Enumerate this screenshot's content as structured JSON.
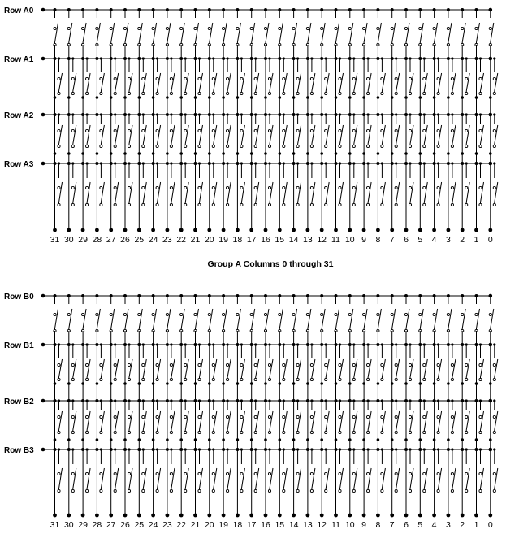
{
  "groups": [
    {
      "title": "Group A Columns 0 through 31",
      "rows": [
        "Row A0",
        "Row A1",
        "Row A2",
        "Row A3"
      ],
      "columns": [
        "31",
        "30",
        "29",
        "28",
        "27",
        "26",
        "25",
        "24",
        "23",
        "22",
        "21",
        "20",
        "19",
        "18",
        "17",
        "16",
        "15",
        "14",
        "13",
        "12",
        "11",
        "10",
        "9",
        "8",
        "7",
        "6",
        "5",
        "4",
        "3",
        "2",
        "1",
        "0"
      ]
    },
    {
      "title": "",
      "rows": [
        "Row B0",
        "Row B1",
        "Row B2",
        "Row B3"
      ],
      "columns": [
        "31",
        "30",
        "29",
        "28",
        "27",
        "26",
        "25",
        "24",
        "23",
        "22",
        "21",
        "20",
        "19",
        "18",
        "17",
        "16",
        "15",
        "14",
        "13",
        "12",
        "11",
        "10",
        "9",
        "8",
        "7",
        "6",
        "5",
        "4",
        "3",
        "2",
        "1",
        "0"
      ]
    }
  ],
  "colors": {
    "line": "#000000",
    "background": "#ffffff"
  }
}
